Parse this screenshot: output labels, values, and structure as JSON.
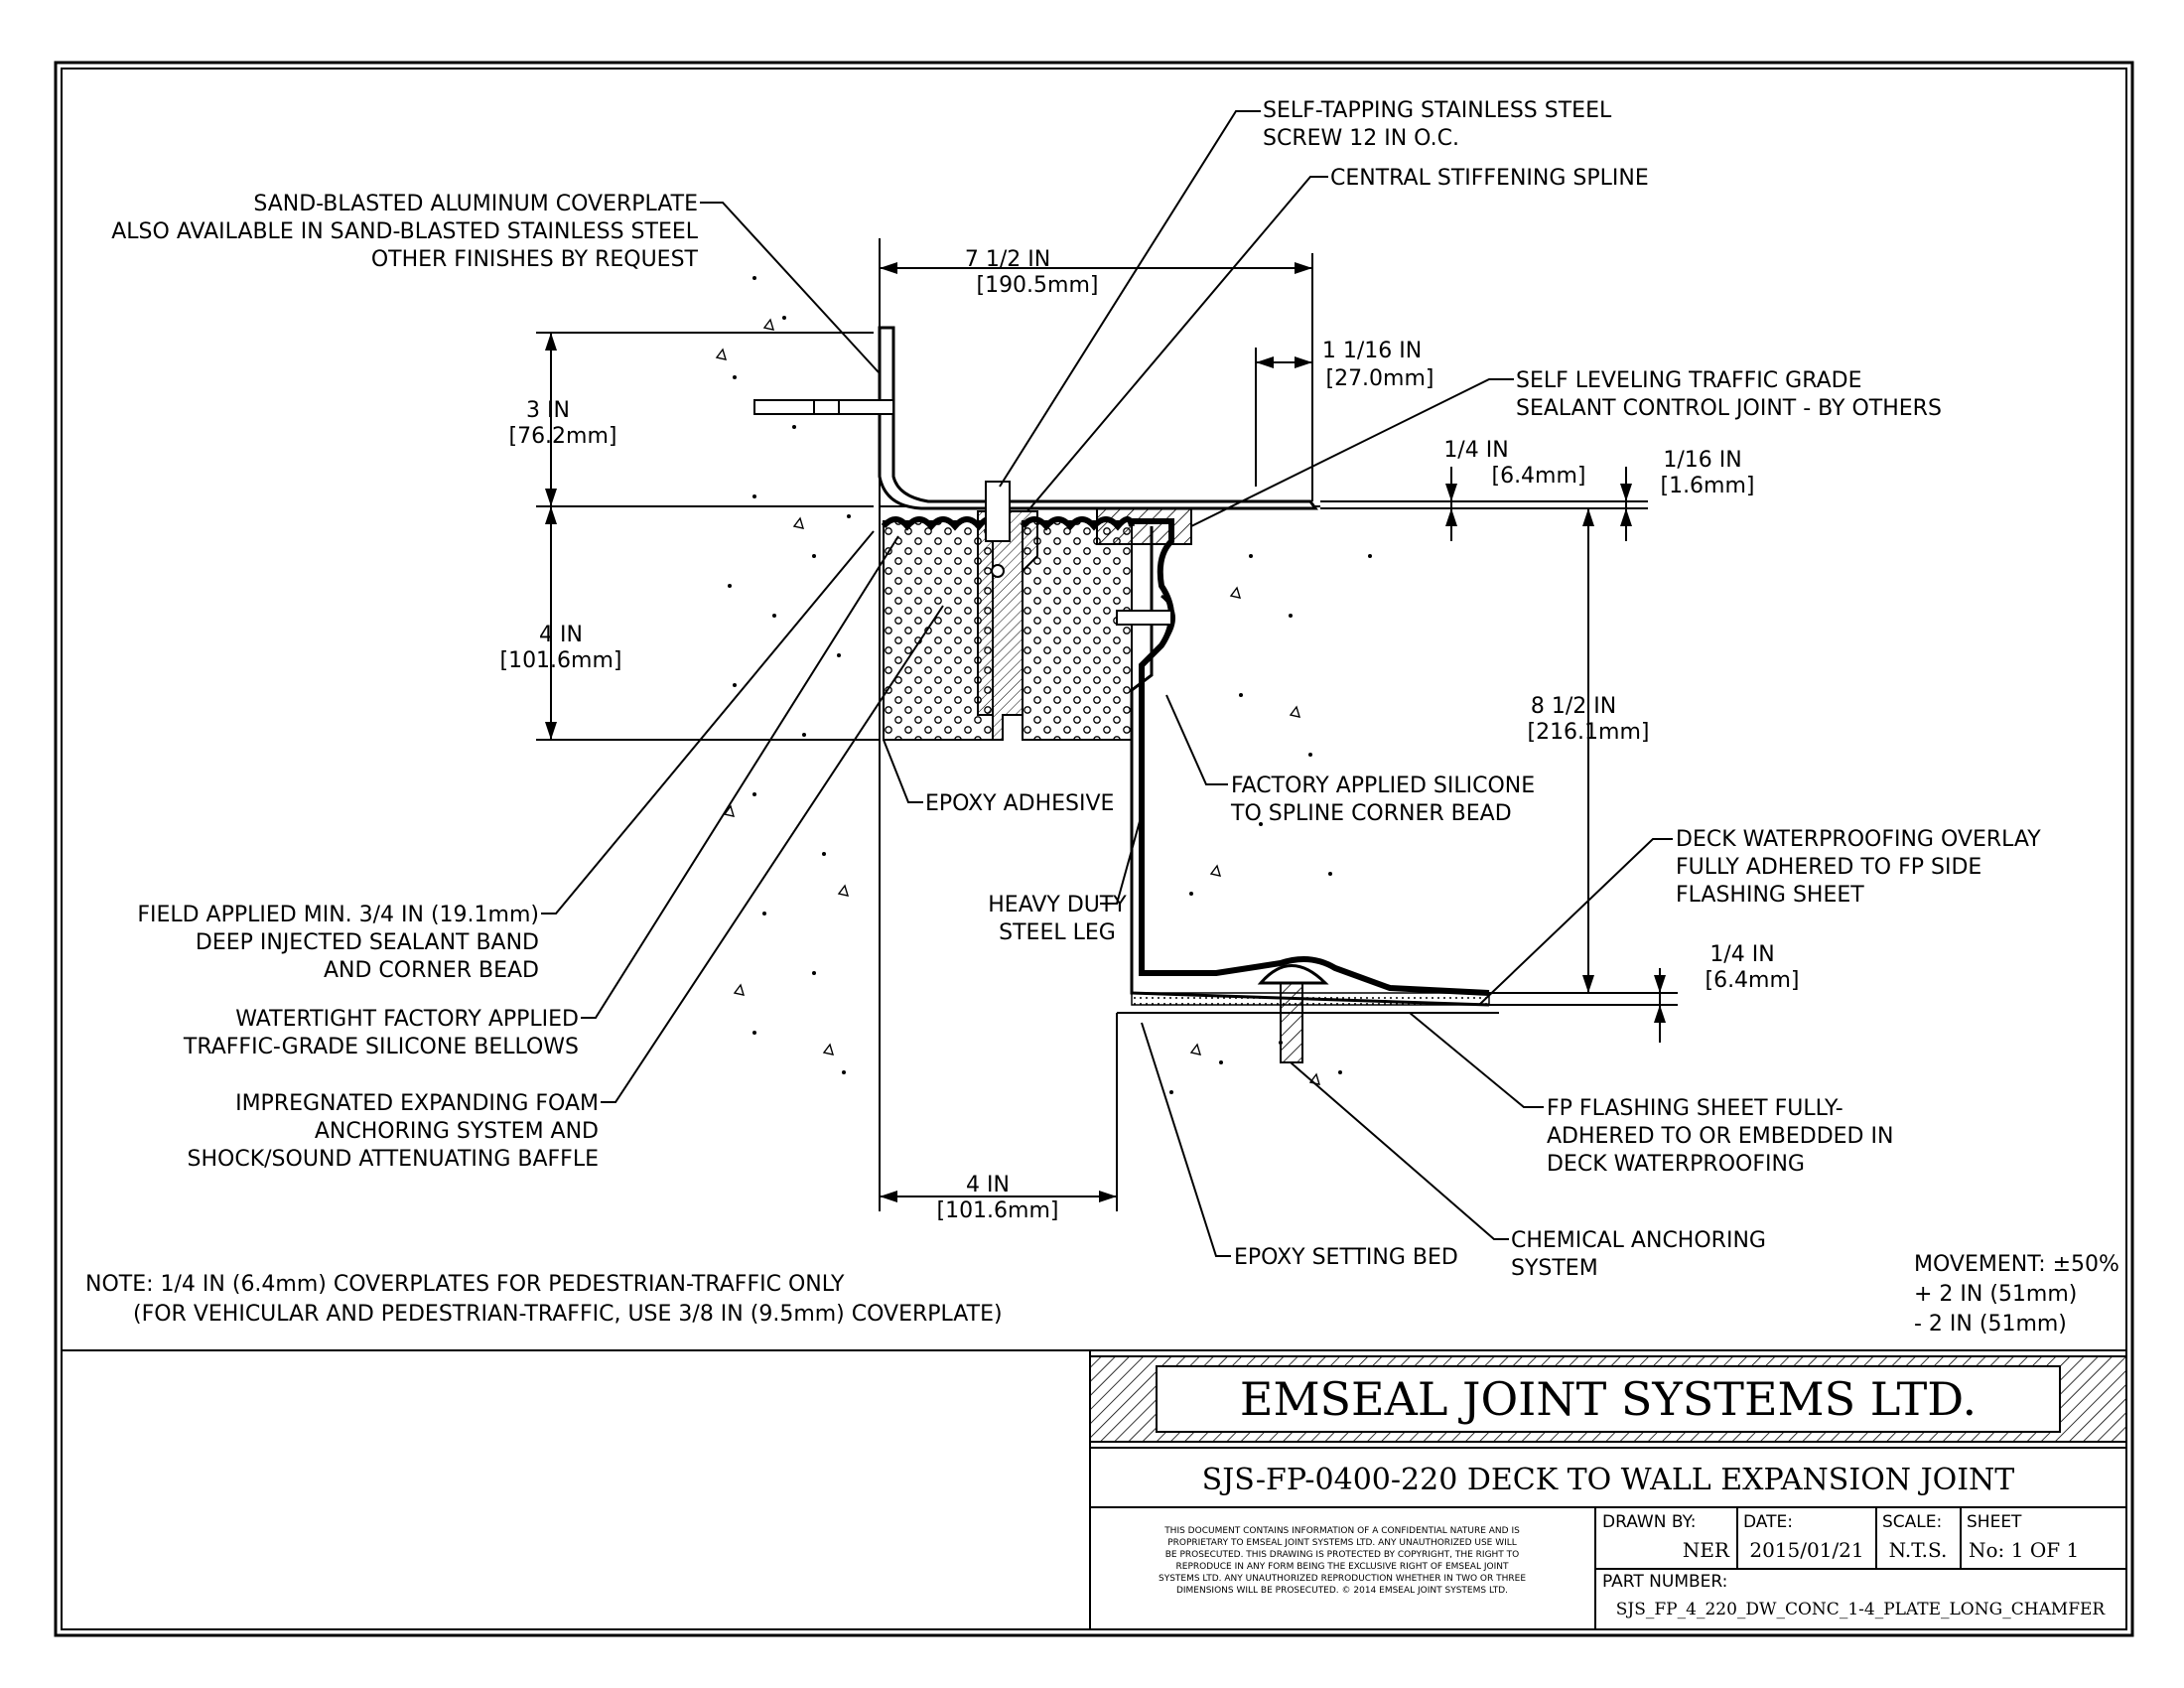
{
  "labels": {
    "screw": [
      "SELF-TAPPING STAINLESS STEEL",
      "SCREW 12 IN O.C."
    ],
    "spline": "CENTRAL STIFFENING SPLINE",
    "coverplate": [
      "SAND-BLASTED ALUMINUM COVERPLATE",
      "ALSO AVAILABLE IN SAND-BLASTED STAINLESS STEEL",
      "OTHER FINISHES BY REQUEST"
    ],
    "sealant_joint": [
      "SELF LEVELING TRAFFIC GRADE",
      "SEALANT CONTROL JOINT - BY OTHERS"
    ],
    "epoxy_adhesive": "EPOXY ADHESIVE",
    "silicone_bead": [
      "FACTORY APPLIED SILICONE",
      "TO SPLINE CORNER BEAD"
    ],
    "steel_leg": [
      "HEAVY DUTY",
      "STEEL LEG"
    ],
    "deck_overlay": [
      "DECK WATERPROOFING OVERLAY",
      "FULLY ADHERED TO FP SIDE",
      "FLASHING SHEET"
    ],
    "field_sealant": [
      "FIELD APPLIED MIN. 3/4 IN (19.1mm)",
      "DEEP INJECTED SEALANT BAND",
      "AND CORNER BEAD"
    ],
    "bellows": [
      "WATERTIGHT FACTORY APPLIED",
      "TRAFFIC-GRADE SILICONE BELLOWS"
    ],
    "foam": [
      "IMPREGNATED EXPANDING FOAM",
      "ANCHORING SYSTEM AND",
      "SHOCK/SOUND ATTENUATING BAFFLE"
    ],
    "fp_flashing": [
      "FP FLASHING SHEET FULLY-",
      "ADHERED TO OR EMBEDDED IN",
      "DECK WATERPROOFING"
    ],
    "setting_bed": "EPOXY SETTING BED",
    "chem_anchor": [
      "CHEMICAL ANCHORING",
      "SYSTEM"
    ]
  },
  "dims": {
    "width_top": [
      "7 1/2 IN",
      "[190.5mm]"
    ],
    "offset": [
      "1 1/16 IN",
      "[27.0mm]"
    ],
    "height_upper": [
      "3 IN",
      "[76.2mm]"
    ],
    "height_lower": [
      "4 IN",
      "[101.6mm]"
    ],
    "plate_thk": [
      "1/4 IN",
      "[6.4mm]"
    ],
    "plate_step": [
      "1/16 IN",
      "[1.6mm]"
    ],
    "depth": [
      "8 1/2 IN",
      "[216.1mm]"
    ],
    "flash_thk": [
      "1/4 IN",
      "[6.4mm]"
    ],
    "width_bottom": [
      "4 IN",
      "[101.6mm]"
    ]
  },
  "note": [
    "NOTE: 1/4 IN (6.4mm) COVERPLATES FOR PEDESTRIAN-TRAFFIC ONLY",
    "(FOR VEHICULAR AND PEDESTRIAN-TRAFFIC, USE 3/8 IN (9.5mm) COVERPLATE)"
  ],
  "movement": [
    "MOVEMENT: ±50%",
    "+ 2 IN (51mm)",
    "- 2 IN (51mm)"
  ],
  "title_block": {
    "company": "EMSEAL JOINT SYSTEMS LTD.",
    "drawing_title": "SJS-FP-0400-220 DECK TO WALL EXPANSION JOINT",
    "disclaimer": [
      "THIS DOCUMENT CONTAINS INFORMATION OF A CONFIDENTIAL NATURE AND IS",
      "PROPRIETARY TO EMSEAL JOINT SYSTEMS LTD. ANY UNAUTHORIZED USE WILL",
      "BE PROSECUTED. THIS DRAWING IS PROTECTED BY COPYRIGHT, THE RIGHT TO",
      "REPRODUCE IN ANY FORM BEING THE EXCLUSIVE RIGHT OF EMSEAL JOINT",
      "SYSTEMS LTD. ANY UNAUTHORIZED REPRODUCTION WHETHER IN TWO OR THREE",
      "DIMENSIONS WILL BE PROSECUTED. © 2014 EMSEAL JOINT SYSTEMS LTD."
    ],
    "drawn_by_label": "DRAWN BY:",
    "drawn_by": "NER",
    "date_label": "DATE:",
    "date": "2015/01/21",
    "scale_label": "SCALE:",
    "scale": "N.T.S.",
    "sheet_label": "SHEET",
    "sheet_no_label": "No:",
    "sheet": "1 OF 1",
    "part_label": "PART NUMBER:",
    "part_number": "SJS_FP_4_220_DW_CONC_1-4_PLATE_LONG_CHAMFER"
  }
}
